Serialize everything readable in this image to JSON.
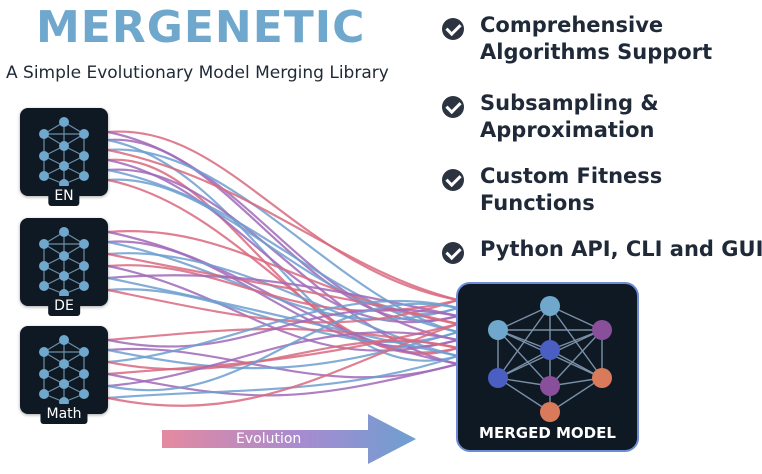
{
  "title": "MERGENETIC",
  "subtitle": "A Simple Evolutionary Model Merging Library",
  "features": [
    {
      "line1": "Comprehensive",
      "line2": "Algorithms Support",
      "icon": "check-circle-icon"
    },
    {
      "line1": "Subsampling &",
      "line2": "Approximation",
      "icon": "check-circle-icon"
    },
    {
      "line1": "Custom Fitness",
      "line2": "Functions",
      "icon": "check-circle-icon"
    },
    {
      "line1": "Python API, CLI and GUI",
      "line2": "",
      "icon": "check-circle-icon"
    }
  ],
  "models": [
    {
      "label": "EN"
    },
    {
      "label": "DE"
    },
    {
      "label": "Math"
    }
  ],
  "merged": {
    "label": "MERGED MODEL"
  },
  "arrow": {
    "label": "Evolution"
  },
  "colors": {
    "title": "#6fa8cc",
    "box": "#0f1923",
    "check": "#2b3440",
    "node_blue": "#6fa8cc",
    "curve_red": "#d9687f",
    "curve_purple": "#a06ab8",
    "curve_blue": "#6d9fd0",
    "node_merged_purple": "#8a4f9a",
    "node_merged_orange": "#d97a5a",
    "node_merged_indigo": "#4a5fc1"
  }
}
